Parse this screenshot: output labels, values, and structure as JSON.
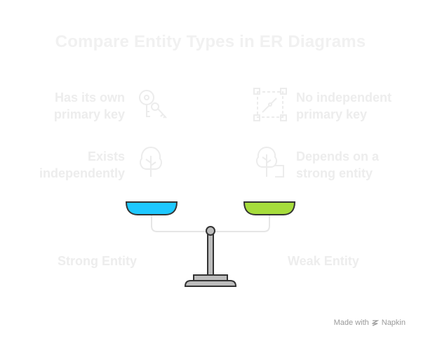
{
  "title": "Compare Entity Types in ER Diagrams",
  "left": {
    "features": [
      "Has its own primary key",
      "Exists independently"
    ],
    "label": "Strong Entity",
    "pan_color": "#1ec8ff"
  },
  "right": {
    "features": [
      "No independent primary key",
      "Depends on a strong entity"
    ],
    "label": "Weak Entity",
    "pan_color": "#a6dc3c"
  },
  "icons": [
    "key-icon",
    "tree-icon",
    "dashed-box-icon",
    "hanging-tree-icon"
  ],
  "watermark": {
    "prefix": "Made with",
    "brand": "Napkin"
  }
}
